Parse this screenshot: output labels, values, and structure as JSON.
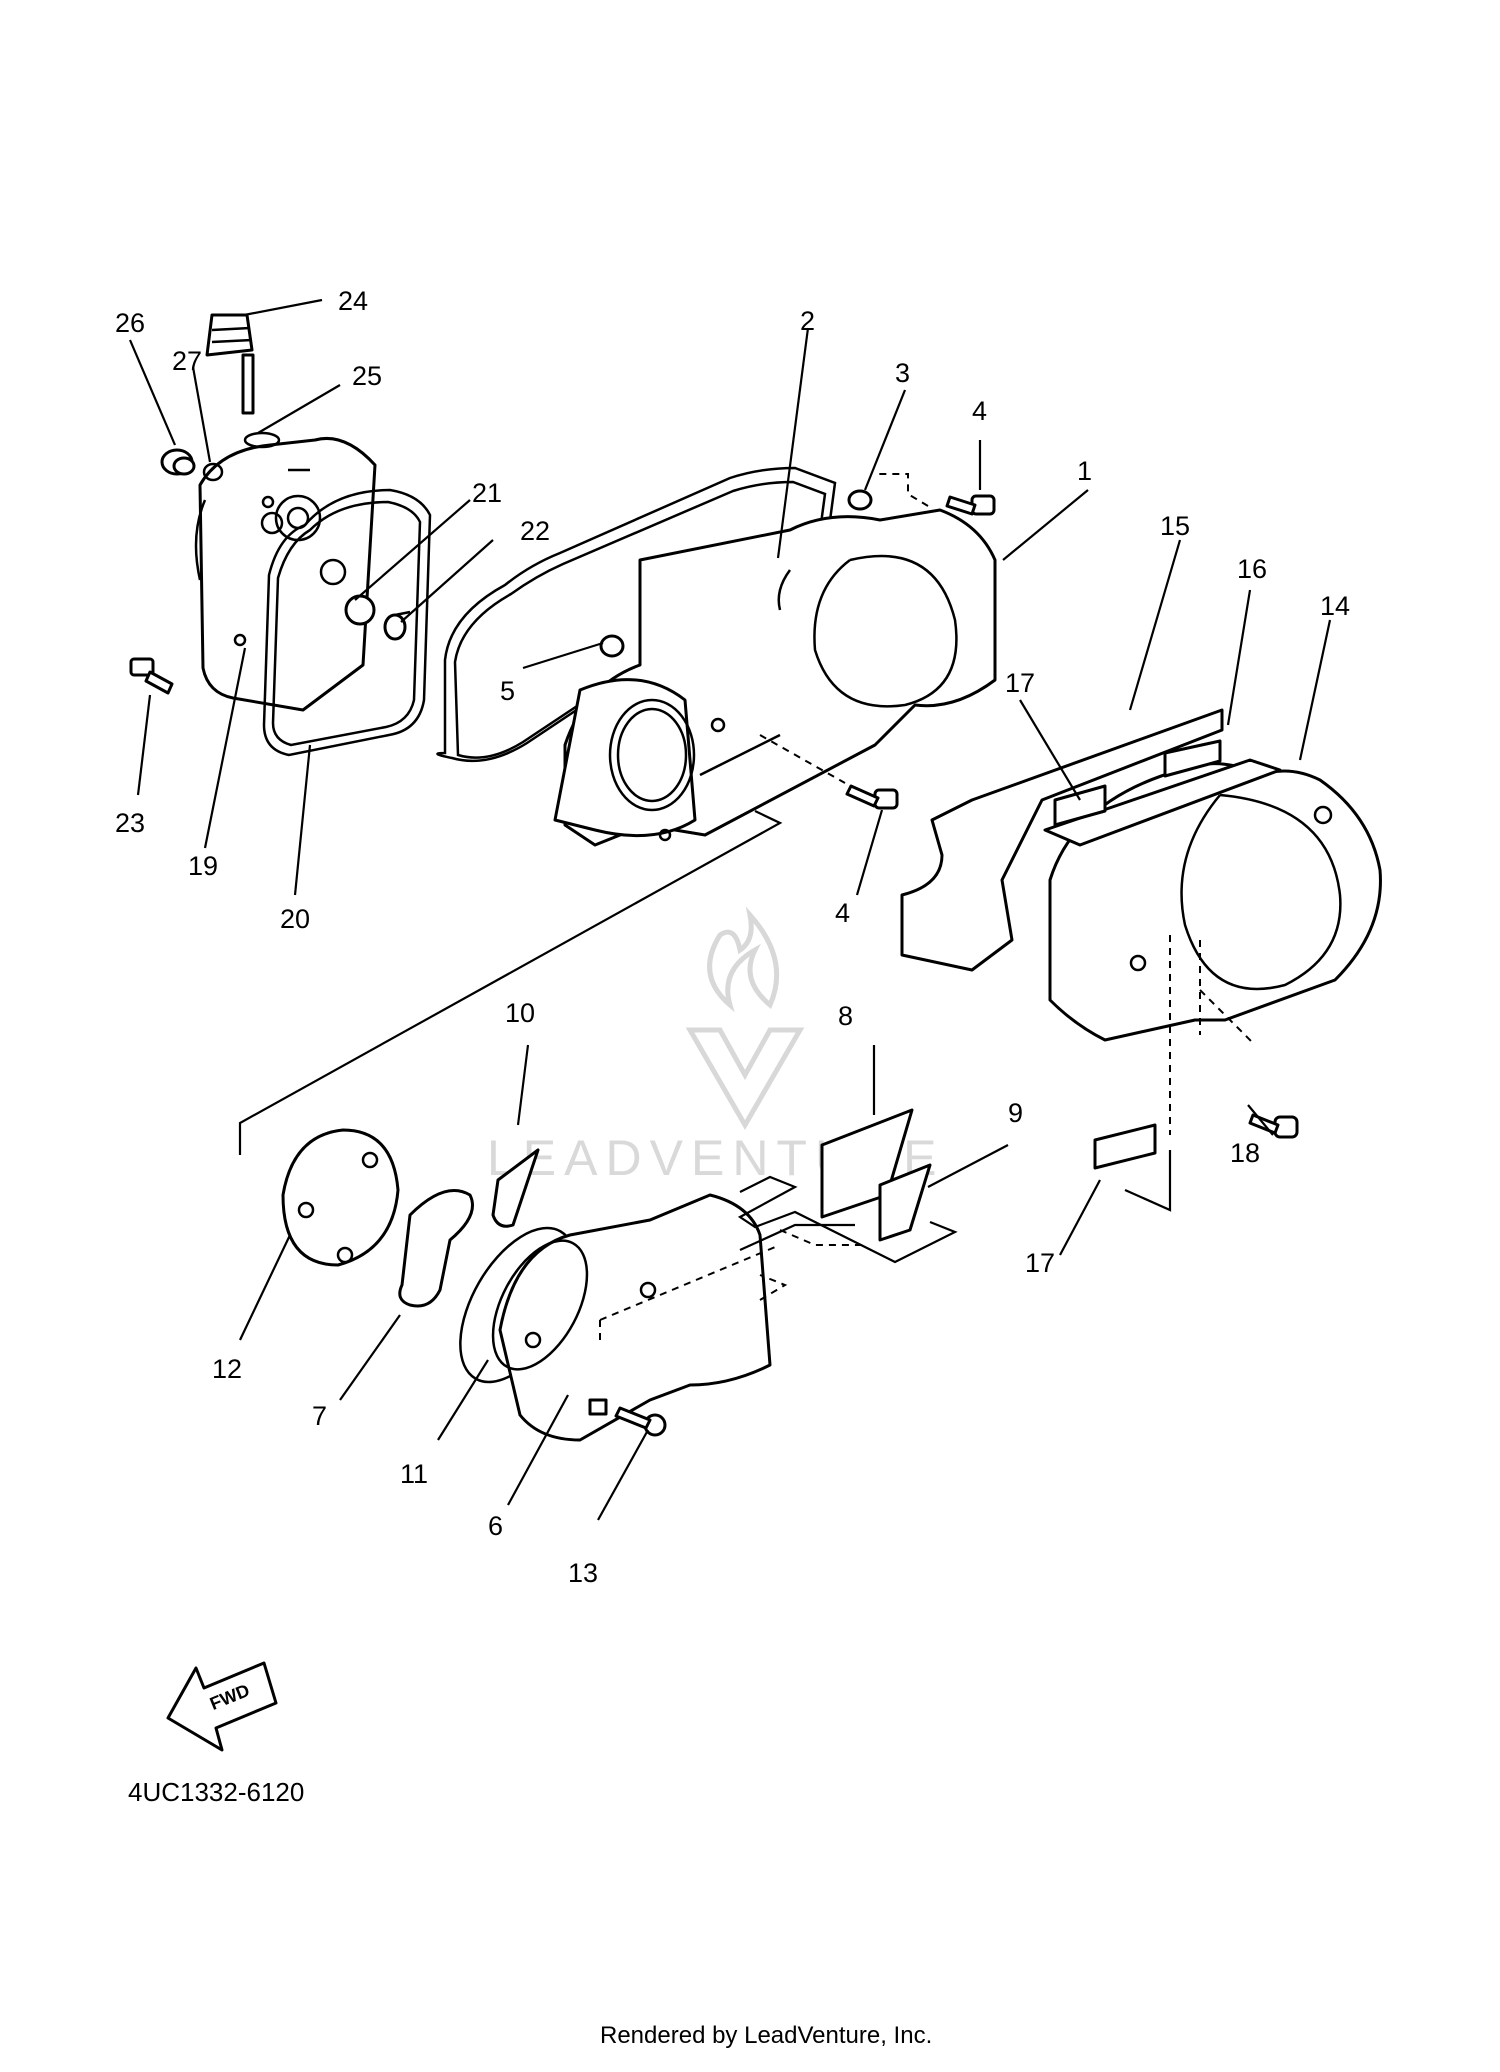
{
  "diagram": {
    "part_labels": {
      "p1": "1",
      "p2": "2",
      "p3": "3",
      "p4a": "4",
      "p4b": "4",
      "p5": "5",
      "p6": "6",
      "p7": "7",
      "p8": "8",
      "p9": "9",
      "p10": "10",
      "p11": "11",
      "p12": "12",
      "p13": "13",
      "p14": "14",
      "p15": "15",
      "p16": "16",
      "p17a": "17",
      "p17b": "17",
      "p18": "18",
      "p19": "19",
      "p20": "20",
      "p21": "21",
      "p22": "22",
      "p23": "23",
      "p24": "24",
      "p25": "25",
      "p26": "26",
      "p27": "27"
    },
    "fwd_label": "FWD",
    "diagram_code": "4UC1332-6120",
    "watermark": "LEADVENTURE",
    "footer": "Rendered by LeadVenture, Inc."
  }
}
